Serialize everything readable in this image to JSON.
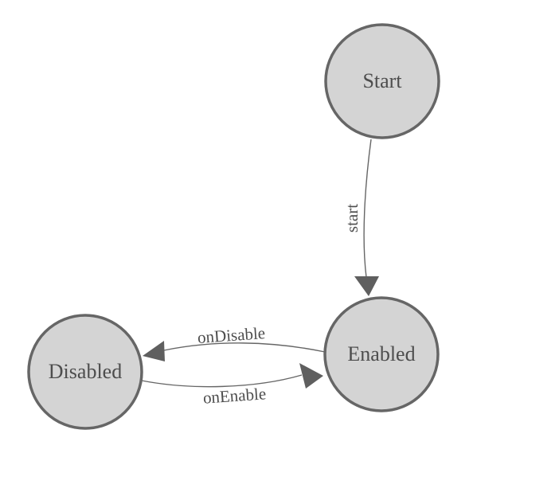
{
  "diagram": {
    "type": "state-machine",
    "background_color": "#ffffff",
    "node_fill": "#d4d4d4",
    "node_stroke": "#666666",
    "edge_color": "#666666",
    "arrow_color": "#5f5f5f",
    "label_color": "#4d4d4d",
    "nodes": [
      {
        "id": "start",
        "label": "Start"
      },
      {
        "id": "enabled",
        "label": "Enabled"
      },
      {
        "id": "disabled",
        "label": "Disabled"
      }
    ],
    "edges": [
      {
        "from": "start",
        "to": "enabled",
        "label": "start"
      },
      {
        "from": "enabled",
        "to": "disabled",
        "label": "onDisable"
      },
      {
        "from": "disabled",
        "to": "enabled",
        "label": "onEnable"
      }
    ]
  }
}
